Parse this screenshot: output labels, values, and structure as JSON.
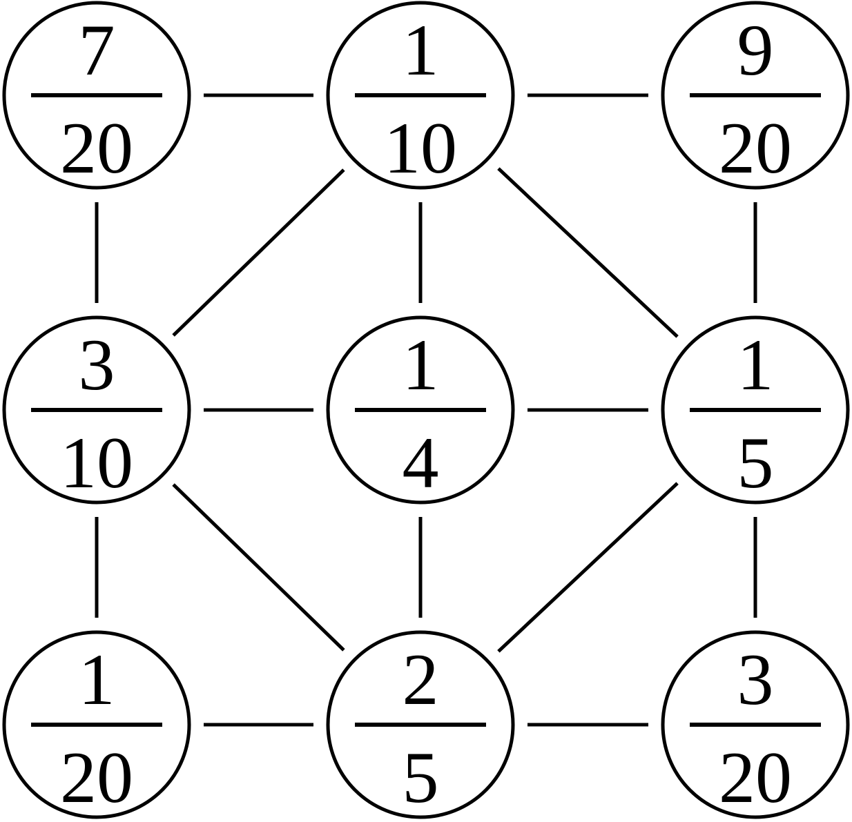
{
  "diagram": {
    "nodes": [
      {
        "id": "n00",
        "row": 0,
        "col": 0,
        "numerator": "7",
        "denominator": "20"
      },
      {
        "id": "n01",
        "row": 0,
        "col": 1,
        "numerator": "1",
        "denominator": "10"
      },
      {
        "id": "n02",
        "row": 0,
        "col": 2,
        "numerator": "9",
        "denominator": "20"
      },
      {
        "id": "n10",
        "row": 1,
        "col": 0,
        "numerator": "3",
        "denominator": "10"
      },
      {
        "id": "n11",
        "row": 1,
        "col": 1,
        "numerator": "1",
        "denominator": "4"
      },
      {
        "id": "n12",
        "row": 1,
        "col": 2,
        "numerator": "1",
        "denominator": "5"
      },
      {
        "id": "n20",
        "row": 2,
        "col": 0,
        "numerator": "1",
        "denominator": "20"
      },
      {
        "id": "n21",
        "row": 2,
        "col": 1,
        "numerator": "2",
        "denominator": "5"
      },
      {
        "id": "n22",
        "row": 2,
        "col": 2,
        "numerator": "3",
        "denominator": "20"
      }
    ],
    "edges": [
      [
        "n00",
        "n01"
      ],
      [
        "n01",
        "n02"
      ],
      [
        "n10",
        "n11"
      ],
      [
        "n11",
        "n12"
      ],
      [
        "n20",
        "n21"
      ],
      [
        "n21",
        "n22"
      ],
      [
        "n00",
        "n10"
      ],
      [
        "n10",
        "n20"
      ],
      [
        "n01",
        "n11"
      ],
      [
        "n11",
        "n21"
      ],
      [
        "n02",
        "n12"
      ],
      [
        "n12",
        "n22"
      ],
      [
        "n01",
        "n10"
      ],
      [
        "n01",
        "n12"
      ],
      [
        "n10",
        "n21"
      ],
      [
        "n12",
        "n21"
      ]
    ],
    "colors": {
      "stroke": "#000000",
      "background": "#ffffff"
    }
  }
}
